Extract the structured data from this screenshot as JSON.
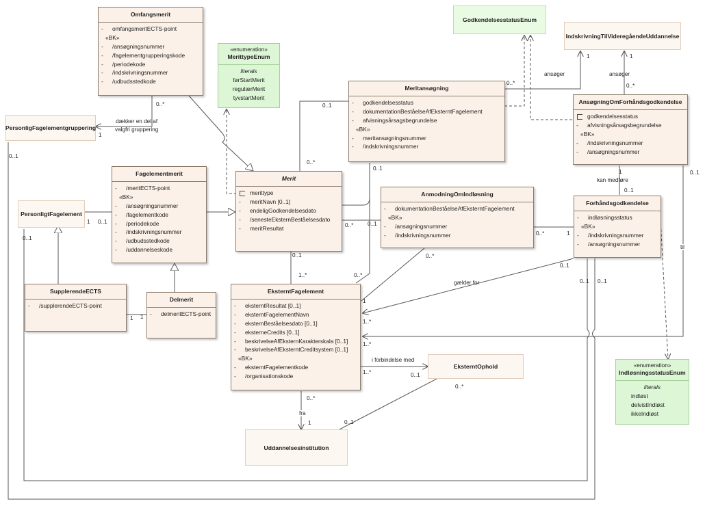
{
  "classes": {
    "omfangsmerit": {
      "name": "Omfangsmerit",
      "attrs": [
        "omfangsmeritECTS-point"
      ],
      "bk": "«BK»",
      "keys": [
        "/ansøgningsnummer",
        "/fagelementgrupperingskode",
        "/periodekode",
        "/indskrivningsnummer",
        "/udbudsstedkode"
      ]
    },
    "merittypeEnum": {
      "stereotype": "«enumeration»",
      "name": "MerittypeEnum",
      "section": "literals",
      "literals": [
        "førStartMerit",
        "regulærMerit",
        "tyvstartMerit"
      ]
    },
    "godkendelsesstatusEnum": {
      "name": "GodkendelsesstatusEnum"
    },
    "indskrivning": {
      "name": "IndskrivningTilVideregåendeUddannelse"
    },
    "personligFagelementgruppering": {
      "name": "PersonligFagelementgruppering"
    },
    "meritansoegning": {
      "name": "Meritansøgning",
      "attrs": [
        "godkendelsesstatus",
        "dokumentationBeståelseAfEksterntFagelement",
        "afvisningsårsagsbegrundelse"
      ],
      "bk": "«BK»",
      "keys": [
        "meritansøgningsnummer",
        "/indskrivningsnummer"
      ]
    },
    "ansoegningOmForhaand": {
      "name": "AnsøgningOmForhåndsgodkendelse",
      "attrs": [
        "godkendelsesstatus",
        "afvisningsårsagsbegrundelse"
      ],
      "bk": "«BK»",
      "keys": [
        "/indskrivningsnummer",
        "/ansøgningsnummer"
      ]
    },
    "fagelementmerit": {
      "name": "Fagelementmerit",
      "attrs": [
        "/meritECTS-point"
      ],
      "bk": "«BK»",
      "keys": [
        "/ansøgningsnummer",
        "/fagelementkode",
        "/periodekode",
        "/indskrivningsnummer",
        "/udbudsstedkode",
        "/uddannelseskode"
      ]
    },
    "merit": {
      "name": "Merit",
      "attrs": [
        "merittype",
        "meritNavn [0..1]",
        "endeligGodkendelsesdato",
        "/senesteEksternBeståelsesdato",
        "meritResultat"
      ]
    },
    "personligtFagelement": {
      "name": "PersonligtFagelement"
    },
    "anmodningOmIndloesning": {
      "name": "AnmodningOmIndløsning",
      "attrs": [
        "dokumentationBeståelseAfEksterntFagelement"
      ],
      "bk": "«BK»",
      "keys": [
        "/ansøgningsnummer",
        "/indskrivningsnummer"
      ]
    },
    "forhaandsgodkendelse": {
      "name": "Forhåndsgodkendelse",
      "attrs": [
        "indløsningsstatus"
      ],
      "bk": "«BK»",
      "keys": [
        "/indskrivningsnummer",
        "/ansøgningsnummer"
      ]
    },
    "supplerendeECTS": {
      "name": "SupplerendeECTS",
      "attrs": [
        "/supplerendeECTS-point"
      ]
    },
    "delmerit": {
      "name": "Delmerit",
      "attrs": [
        "delmeritECTS-point"
      ]
    },
    "eksterntFagelement": {
      "name": "EksterntFagelement",
      "attrs": [
        "eksterntResultat [0..1]",
        "eksterntFagelementNavn",
        "eksternBeståelsesdato [0..1]",
        "eksterneCredits [0..1]",
        "beskrivelseAfEksternKarakterskala [0..1]",
        "beskrivelseAfEksterntCreditsystem [0..1]"
      ],
      "bk": "«BK»",
      "keys": [
        "eksterntFagelementkode",
        "/organisationskode"
      ]
    },
    "eksterntOphold": {
      "name": "EksterntOphold"
    },
    "indloesningsstatusEnum": {
      "stereotype": "«enumeration»",
      "name": "IndløsningsstatusEnum",
      "section": "literals",
      "literals": [
        "indløst",
        "delvistIndløst",
        "ikkeIndløst"
      ]
    },
    "uddannelsesinstitution": {
      "name": "Uddannelsesinstitution"
    }
  },
  "labels": {
    "daekker": "dækker en del af\nvalgfri gruppering",
    "ansoeger1": "ansøger",
    "ansoeger2": "ansøger",
    "kanMedfoere": "kan medføre",
    "gaelderFor": "gælder for",
    "til": "til",
    "iForbindelseMed": "i forbindelse med",
    "fra": "fra"
  },
  "multiplicities": {
    "m_omf_0n": "0..*",
    "m_pfg_1": "1",
    "m_pfg_01": "0..1",
    "m_mer_01a": "0..1",
    "m_mer_0na": "0..*",
    "m_ma_0n": "0..*",
    "m_ind_1a": "1",
    "m_ind_1b": "1",
    "m_ind_0n": "0..*",
    "m_aof_1": "1",
    "m_aof_01": "0..1",
    "m_aof_01b": "0..1",
    "m_ma_01": "0..1",
    "m_pf_1": "1",
    "m_pf_01a": "0..1",
    "m_pf_01b": "0..1",
    "m_mer_0nb": "0..*",
    "m_mer_01b": "0..1",
    "m_anm_1": "1",
    "m_anm_0n": "0..*",
    "m_fhg_1": "1",
    "m_mer_01c": "0..1",
    "m_mer_1n": "1..*",
    "m_ef_0na": "0..*",
    "m_ef_0nb": "0..*",
    "m_fhg_01a": "0..1",
    "m_fhg_01b": "0..1",
    "m_fhg_01c": "0..1",
    "m_ef_1": "1",
    "m_ef_1na": "1..*",
    "m_ef_1nb": "1..*",
    "m_ef_1nc": "1..*",
    "m_eo_01": "0..1",
    "m_eo_0n": "0..*",
    "m_ef_0nc": "0..*",
    "m_ui_1": "1",
    "m_ui_01": "0..1",
    "m_sup_1": "1",
    "m_del_1": "1"
  }
}
